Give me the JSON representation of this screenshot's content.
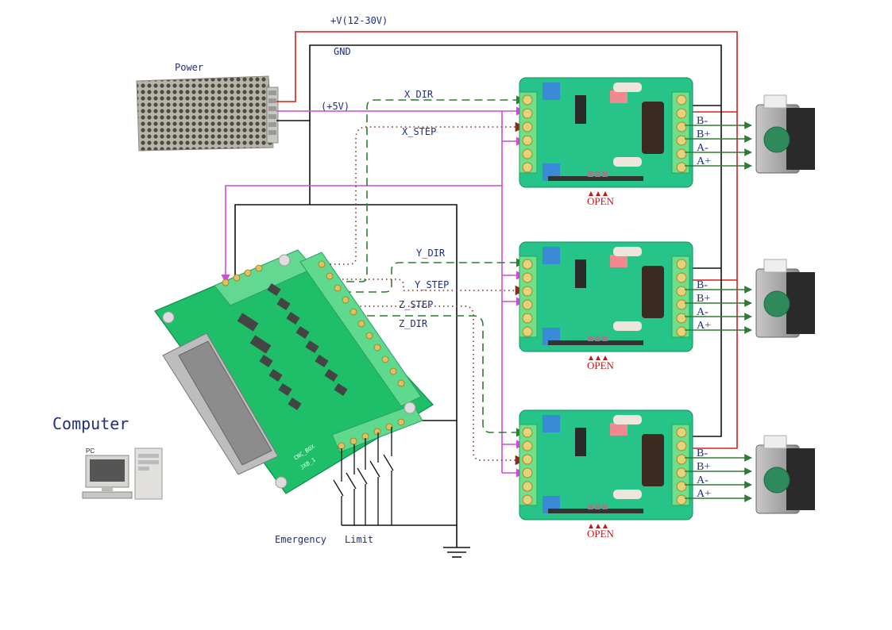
{
  "title": "CNC breakout board + 3-axis stepper driver wiring diagram",
  "labels": {
    "supply_voltage": "+V(12-30V)",
    "gnd": "GND",
    "power": "Power",
    "plus5v": "(+5V)",
    "x_dir": "X_DIR",
    "x_step": "X_STEP",
    "y_dir": "Y_DIR",
    "y_step": "Y_STEP",
    "z_step": "Z_STEP",
    "z_dir": "Z_DIR",
    "computer": "Computer",
    "pc": "PC",
    "emergency": "Emergency",
    "limit": "Limit"
  },
  "drivers": [
    {
      "axis": "X",
      "open_label": "OPEN",
      "coils": [
        "B-",
        "B+",
        "A-",
        "A+"
      ]
    },
    {
      "axis": "Y",
      "open_label": "OPEN",
      "coils": [
        "B-",
        "B+",
        "A-",
        "A+"
      ]
    },
    {
      "axis": "Z",
      "open_label": "OPEN",
      "coils": [
        "B-",
        "B+",
        "A-",
        "A+"
      ]
    }
  ],
  "wire_colors": {
    "supply": "#d42020",
    "gnd": "#111111",
    "plus5v": "#d24ad6",
    "dir": "#2e7d32",
    "step": "#8a4a3a",
    "coil": "#2e7d32"
  },
  "components": {
    "breakout_board": "CNC_BOX",
    "breakout_board_sub": "JXB_1"
  }
}
